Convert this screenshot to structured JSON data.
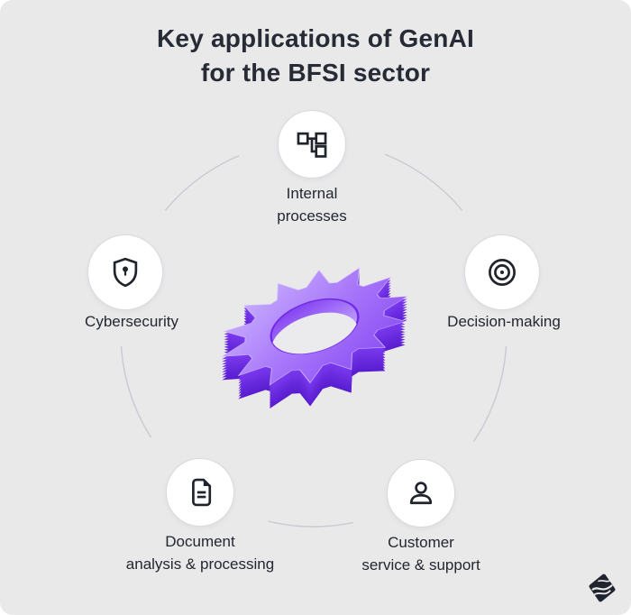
{
  "title": {
    "line1": "Key applications of GenAI",
    "line2": "for the BFSI sector"
  },
  "applications": [
    {
      "label_line1": "Internal",
      "label_line2": "processes",
      "icon": "flowchart-icon"
    },
    {
      "label_line1": "Decision-making",
      "label_line2": "",
      "icon": "target-icon"
    },
    {
      "label_line1": "Cybersecurity",
      "label_line2": "",
      "icon": "shield-lock-icon"
    },
    {
      "label_line1": "Document",
      "label_line2": "analysis & processing",
      "icon": "document-icon"
    },
    {
      "label_line1": "Customer",
      "label_line2": "service & support",
      "icon": "person-icon"
    }
  ],
  "center_graphic": {
    "name": "purple-3d-gear",
    "accent_color": "#8b52f6"
  },
  "logo": {
    "name": "layered-diamond-logo",
    "color": "#20242f"
  },
  "colors": {
    "background": "#e9e9ea",
    "text": "#23272f",
    "orbit_arc": "#c9c9d1",
    "node_fill": "#ffffff",
    "gear_light": "#d0befe",
    "gear_dark": "#5a1ed0"
  }
}
